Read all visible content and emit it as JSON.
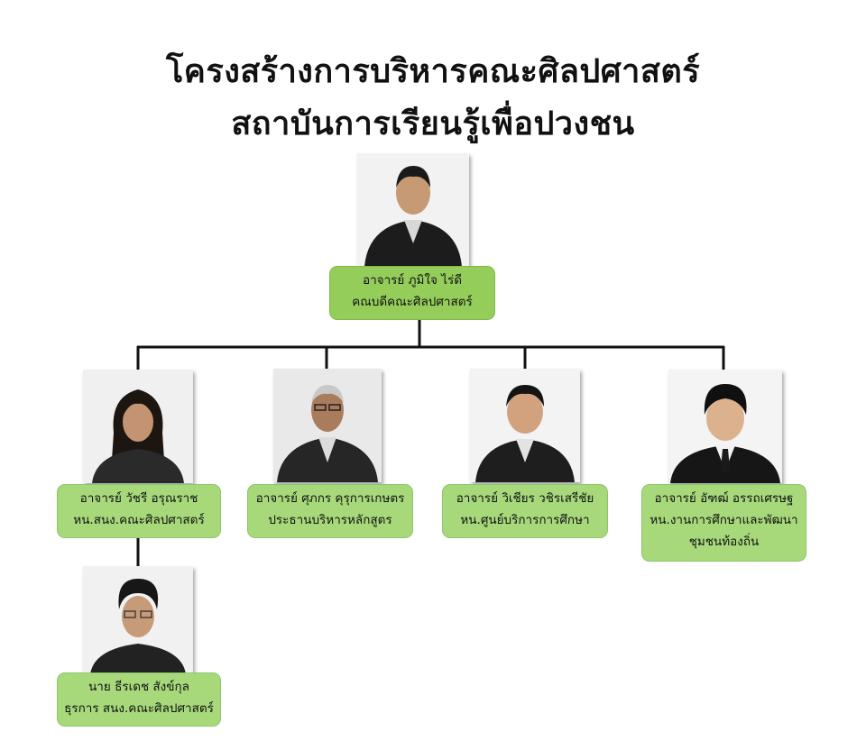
{
  "title": {
    "line1": "โครงสร้างการบริหารคณะศิลปศาสตร์",
    "line2": "สถาบันการเรียนรู้เพื่อปวงชน"
  },
  "dean": {
    "name": "อาจารย์ ภูมิใจ ไร่ดี",
    "role": "คณบดีคณะศิลปศาสตร์"
  },
  "members": [
    {
      "name": "อาจารย์ วัชรี อรุณราช",
      "role": "หน.สนง.คณะศิลปศาสตร์"
    },
    {
      "name": "อาจารย์ ศุภกร คุรุการเกษตร",
      "role": "ประธานบริหารหลักสูตร"
    },
    {
      "name": "อาจารย์ วิเชียร วชิรเสรีชัย",
      "role": "หน.ศูนย์บริการการศึกษา"
    },
    {
      "name": "อาจารย์ อัฑฒ์ อรรถเศรษฐ",
      "role": "หน.งานการศึกษาและพัฒนา",
      "role2": "ชุมชนท้องถิ่น"
    }
  ],
  "staff": {
    "name": "นาย ธีรเดช สังข์กุล",
    "role": "ธุรการ สนง.คณะศิลปศาสตร์"
  },
  "colors": {
    "label_fill": "#a7d97b",
    "dean_label_fill": "#95cd5a",
    "connector": "#111111"
  }
}
